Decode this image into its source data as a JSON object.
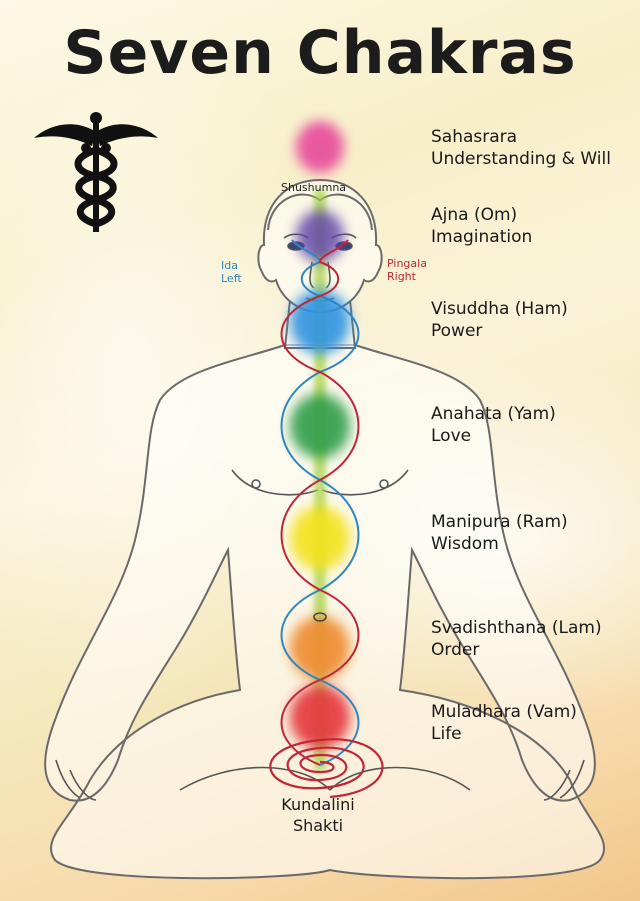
{
  "title": "Seven Chakras",
  "channels": {
    "shushumna": "Shushumna",
    "ida": {
      "name": "Ida",
      "side": "Left"
    },
    "pingala": {
      "name": "Pingala",
      "side": "Right"
    }
  },
  "chakras": [
    {
      "name": "Sahasrara",
      "quality": "Understanding & Will",
      "color": "#e8489b"
    },
    {
      "name": "Ajna (Om)",
      "quality": "Imagination",
      "color": "#5b3fa8"
    },
    {
      "name": "Visuddha (Ham)",
      "quality": "Power",
      "color": "#2d93e0"
    },
    {
      "name": "Anahata (Yam)",
      "quality": "Love",
      "color": "#2f9e4a"
    },
    {
      "name": "Manipura (Ram)",
      "quality": "Wisdom",
      "color": "#f3e21c"
    },
    {
      "name": "Svadishthana (Lam)",
      "quality": "Order",
      "color": "#ef8a2e"
    },
    {
      "name": "Muladhara (Vam)",
      "quality": "Life",
      "color": "#e4343a"
    }
  ],
  "base": {
    "line1": "Kundalini",
    "line2": "Shakti"
  },
  "colors": {
    "ida": "#2f86c4",
    "pingala": "#c0263a",
    "shushumna": "#a8d14a"
  }
}
